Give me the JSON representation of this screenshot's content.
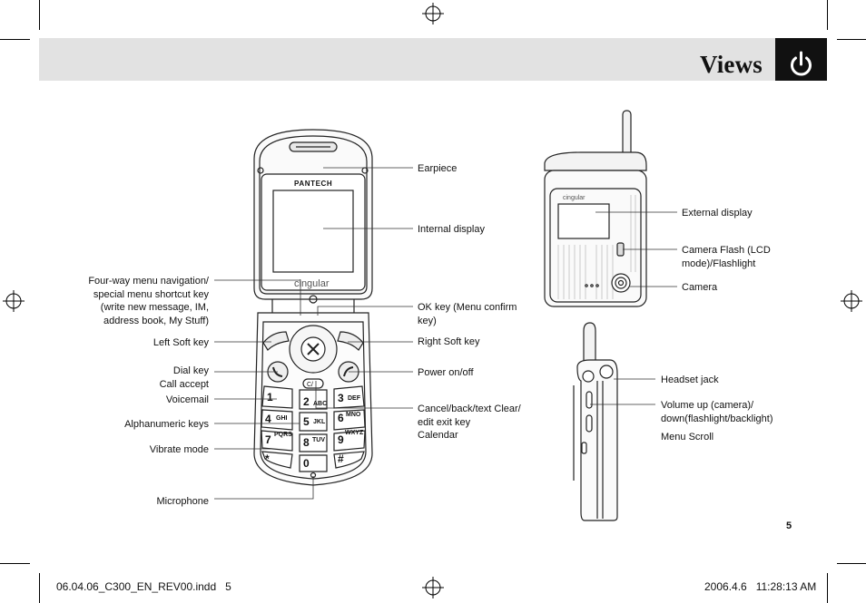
{
  "header": {
    "title": "Views",
    "section_icon": "power-icon"
  },
  "callouts": {
    "earpiece": "Earpiece",
    "internal_display": "Internal display",
    "four_way_nav": [
      "Four-way menu navigation/",
      "special menu shortcut key",
      "(write new message, IM,",
      "address book, My Stuff)"
    ],
    "ok_key": [
      "OK key (Menu confirm",
      "key)"
    ],
    "left_soft_key": "Left Soft key",
    "right_soft_key": "Right Soft key",
    "dial_key": [
      "Dial key",
      "Call accept"
    ],
    "power": "Power on/off",
    "voicemail": "Voicemail",
    "cancel": [
      "Cancel/back/text Clear/",
      "edit exit key",
      "Calendar"
    ],
    "alphanumeric": "Alphanumeric keys",
    "vibrate": "Vibrate mode",
    "microphone": "Microphone",
    "external_display": "External display",
    "camera_flash": [
      "Camera Flash (LCD",
      "mode)/Flashlight"
    ],
    "camera": "Camera",
    "headset_jack": "Headset jack",
    "volume": [
      "Volume up (camera)/",
      "down(flashlight/backlight)"
    ],
    "menu_scroll": "Menu Scroll"
  },
  "phone": {
    "brand": "PANTECH",
    "carrier": "cingular",
    "keys": [
      {
        "num": "1",
        "sub": "oo"
      },
      {
        "num": "2",
        "sub": "ABC"
      },
      {
        "num": "3",
        "sub": "DEF"
      },
      {
        "num": "4",
        "sub": "GHI"
      },
      {
        "num": "5",
        "sub": "JKL"
      },
      {
        "num": "6",
        "sub": "MNO"
      },
      {
        "num": "7",
        "sub": "PQRS"
      },
      {
        "num": "8",
        "sub": "TUV"
      },
      {
        "num": "9",
        "sub": "WXYZ"
      },
      {
        "num": "*",
        "sub": ""
      },
      {
        "num": "0",
        "sub": ""
      },
      {
        "num": "#",
        "sub": ""
      }
    ],
    "clear_key": "C/"
  },
  "page": {
    "number": "5",
    "footer_file": "06.04.06_C300_EN_REV00.indd   5",
    "footer_date": "2006.4.6   11:28:13 AM"
  }
}
